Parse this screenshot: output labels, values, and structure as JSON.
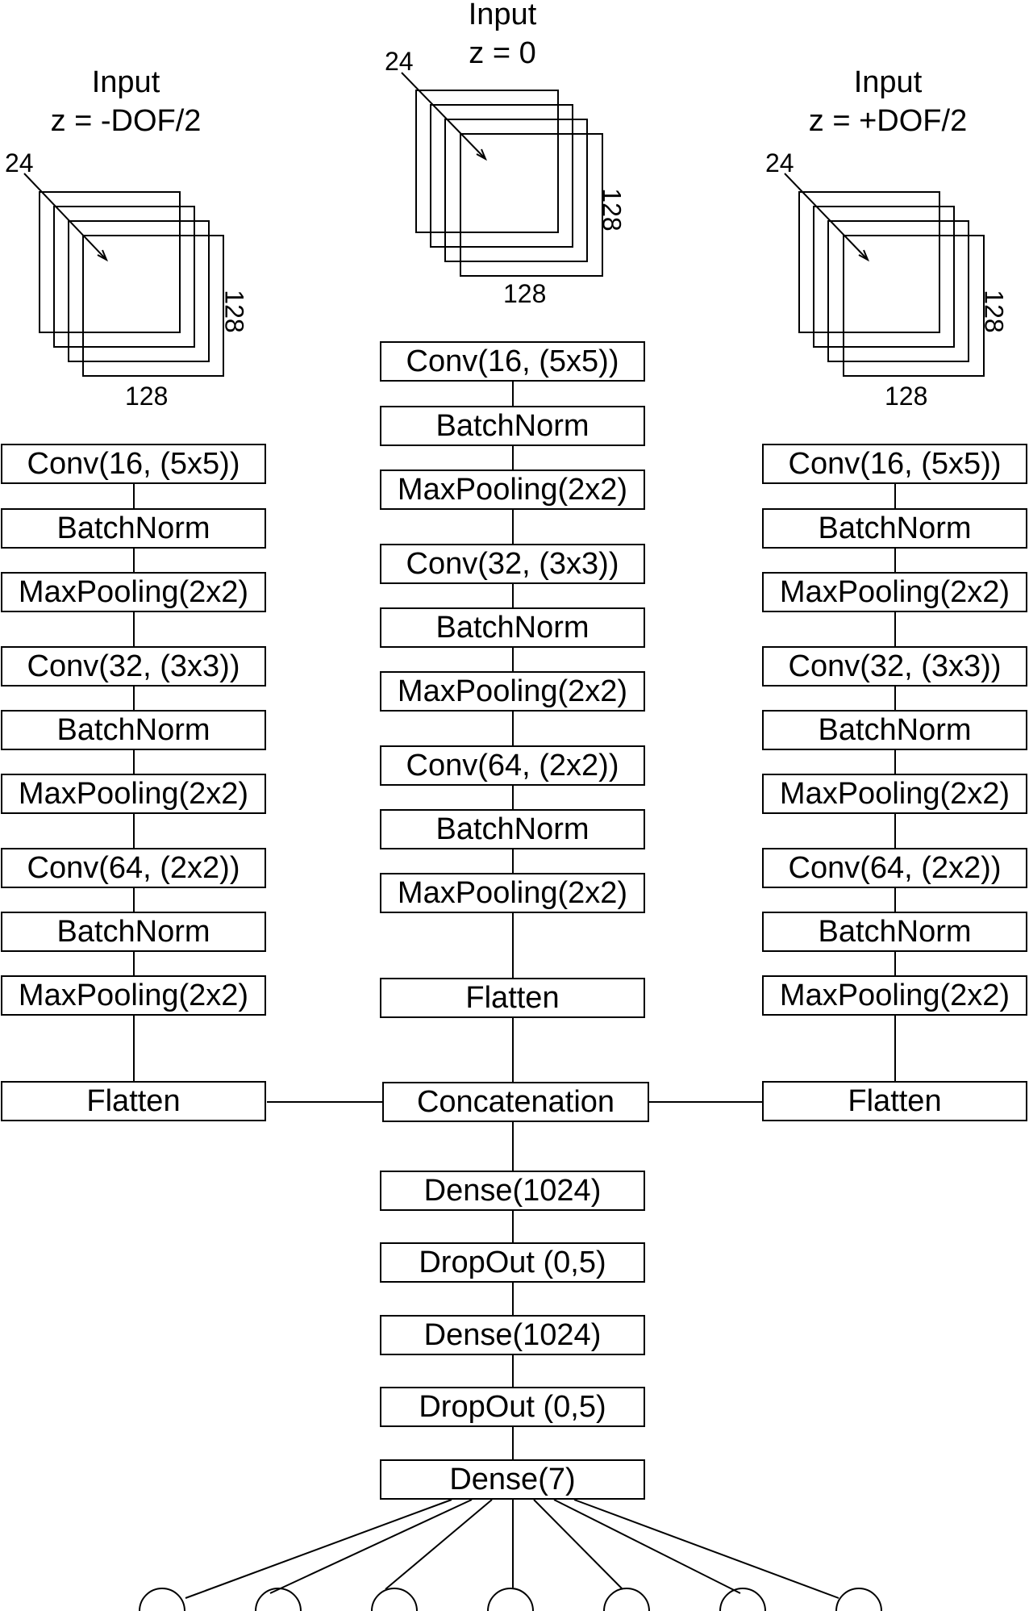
{
  "inputs": {
    "left": {
      "title": "Input",
      "subtitle": "z = -DOF/2",
      "depth": "24",
      "width": "128",
      "height": "128"
    },
    "center": {
      "title": "Input",
      "subtitle": "z = 0",
      "depth": "24",
      "width": "128",
      "height": "128"
    },
    "right": {
      "title": "Input",
      "subtitle": "z = +DOF/2",
      "depth": "24",
      "width": "128",
      "height": "128"
    }
  },
  "branches": {
    "left": [
      "Conv(16, (5x5))",
      "BatchNorm",
      "MaxPooling(2x2)",
      "Conv(32, (3x3))",
      "BatchNorm",
      "MaxPooling(2x2)",
      "Conv(64, (2x2))",
      "BatchNorm",
      "MaxPooling(2x2)",
      "Flatten"
    ],
    "center": [
      "Conv(16, (5x5))",
      "BatchNorm",
      "MaxPooling(2x2)",
      "Conv(32, (3x3))",
      "BatchNorm",
      "MaxPooling(2x2)",
      "Conv(64, (2x2))",
      "BatchNorm",
      "MaxPooling(2x2)",
      "Flatten"
    ],
    "right": [
      "Conv(16, (5x5))",
      "BatchNorm",
      "MaxPooling(2x2)",
      "Conv(32, (3x3))",
      "BatchNorm",
      "MaxPooling(2x2)",
      "Conv(64, (2x2))",
      "BatchNorm",
      "MaxPooling(2x2)",
      "Flatten"
    ]
  },
  "head": [
    "Concatenation",
    "Dense(1024)",
    "DropOut (0,5)",
    "Dense(1024)",
    "DropOut (0,5)",
    "Dense(7)"
  ],
  "output_nodes": 7
}
